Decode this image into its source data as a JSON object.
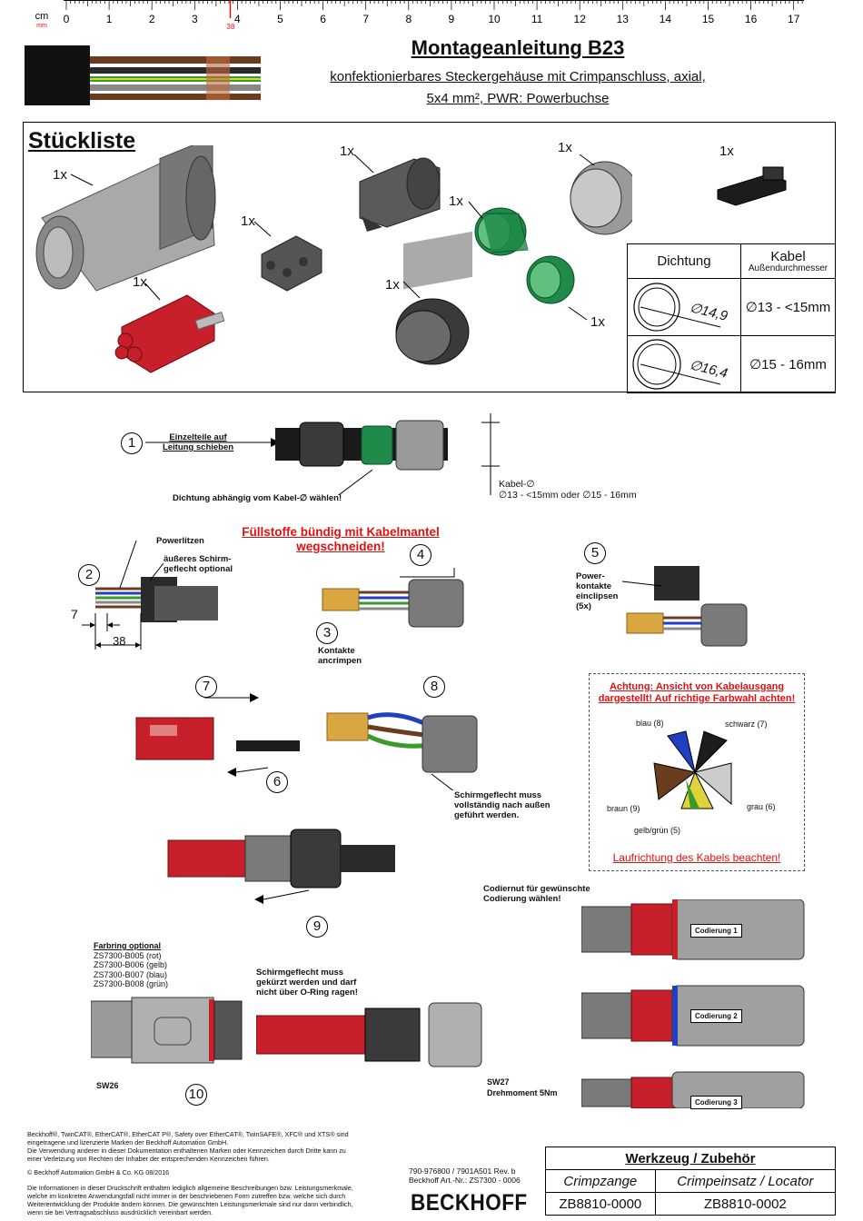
{
  "ruler": {
    "unit_cm": "cm",
    "unit_mm": "mm",
    "numbers": [
      "0",
      "1",
      "2",
      "3",
      "4",
      "5",
      "6",
      "7",
      "8",
      "9",
      "10",
      "11",
      "12",
      "13",
      "14",
      "15",
      "16",
      "17"
    ],
    "marker": "38"
  },
  "header": {
    "title": "Montageanleitung B23",
    "subtitle_line1": "konfektionierbares Steckergehäuse mit Crimpanschluss, axial,",
    "subtitle_line2": "5x4 mm², PWR: Powerbuchse"
  },
  "parts_list": {
    "title": "Stückliste",
    "qty": "1x"
  },
  "seal_table": {
    "col1_header": "Dichtung",
    "col2_header": "Kabel",
    "col2_subheader": "Außendurchmesser",
    "rows": [
      {
        "seal": "∅14,9",
        "cable": "∅13 - <15mm"
      },
      {
        "seal": "∅16,4",
        "cable": "∅15 - 16mm"
      }
    ]
  },
  "steps": {
    "s1_number": "1",
    "s1_label_line1": "Einzelteile auf",
    "s1_label_line2": "Leitung schieben",
    "s1_note": "Dichtung abhängig vom Kabel-∅ wählen!",
    "s1_cable_label": "Kabel-∅",
    "s1_cable_values": "∅13 - <15mm oder ∅15 - 16mm",
    "warning_fill_line1": "Füllstoffe bündig mit Kabelmantel",
    "warning_fill_line2": "wegschneiden!",
    "s2_number": "2",
    "s2_powerlitzen": "Powerlitzen",
    "s2_shield_line1": "äußeres Schirm-",
    "s2_shield_line2": "geflecht optional",
    "s2_dim_small": "7",
    "s2_dim_large": "38",
    "s3_number": "3",
    "s3_label_line1": "Kontakte",
    "s3_label_line2": "ancrimpen",
    "s4_number": "4",
    "s5_number": "5",
    "s5_label_line1": "Power-",
    "s5_label_line2": "kontakte",
    "s5_label_line3": "einclipsen",
    "s5_label_line4": "(5x)",
    "s6_number": "6",
    "s7_number": "7",
    "s8_number": "8",
    "s8_note_line1": "Schirmgeflecht muss",
    "s8_note_line2": "vollständig nach außen",
    "s8_note_line3": "geführt werden.",
    "s9_number": "9",
    "s10_number": "10",
    "coding_note_line1": "Codiernut für gewünschte",
    "coding_note_line2": "Codierung wählen!",
    "coding": [
      "Codierung 1",
      "Codierung 2",
      "Codierung 3"
    ],
    "color_ring_title": "Farbring optional",
    "color_rings": [
      "ZS7300-B005 (rot)",
      "ZS7300-B006 (gelb)",
      "ZS7300-B007 (blau)",
      "ZS7300-B008 (grün)"
    ],
    "shield_cut_line1": "Schirmgeflecht muss",
    "shield_cut_line2": "gekürzt werden und darf",
    "shield_cut_line3": "nicht über O-Ring ragen!",
    "sw26": "SW26",
    "sw27": "SW27",
    "torque": "Drehmoment 5Nm"
  },
  "warning_box": {
    "title_line1": "Achtung: Ansicht von Kabelausgang",
    "title_line2": "dargestellt! Auf richtige Farbwahl achten!",
    "blau": "blau (8)",
    "schwarz": "schwarz (7)",
    "braun": "braun (9)",
    "grau": "grau (6)",
    "gelbgruen": "gelb/grün (5)",
    "footer": "Laufrichtung des Kabels beachten!"
  },
  "footer": {
    "legal_line1": "Beckhoff®, TwinCAT®, EtherCAT®, EtherCAT P®, Safety over EtherCAT®, TwinSAFE®, XFC® und XTS® sind",
    "legal_line2": "eingetragene und lizenzierte Marken der Beckhoff Automation GmbH.",
    "legal_line3": "Die Verwendung anderer in dieser Dokumentation enthaltenen Marken oder Kennzeichen durch Dritte kann zu",
    "legal_line4": "einer Verletzung von Rechten der Inhaber der entsprechenden Kennzeichen führen.",
    "copyright": "© Beckhoff Automation GmbH & Co. KG 08/2016",
    "info_line1": "Die Informationen in dieser Druckschrift enthalten lediglich allgemeine Beschreibungen bzw. Leistungsmerkmale,",
    "info_line2": "welche im konkreten Anwendungsfall nicht immer in der beschriebenen Form zutreffen bzw. welche sich durch",
    "info_line3": "Weiterentwicklung der Produkte ändern können. Die gewünschten Leistungsmerkmale sind nur dann verbindlich,",
    "info_line4": "wenn sie bei Vertragsabschluss ausdrücklich vereinbart werden.",
    "docnum_line1": "790-976800 / 7901A501 Rev. b",
    "docnum_line2": "Beckhoff Art.-Nr.: ZS7300 - 0006",
    "brand": "BECKHOFF"
  },
  "tools": {
    "header": "Werkzeug / Zubehör",
    "col1": "Crimpzange",
    "col2": "Crimpeinsatz / Locator",
    "val1": "ZB8810-0000",
    "val2": "ZB8810-0002"
  },
  "colors": {
    "red_part": "#c8202a",
    "green_seal": "#1f8a4a",
    "gray_body": "#9a9a9a",
    "dark_body": "#3a3a3a",
    "warning_red": "#e01010",
    "blue_ring": "#2040c0"
  }
}
